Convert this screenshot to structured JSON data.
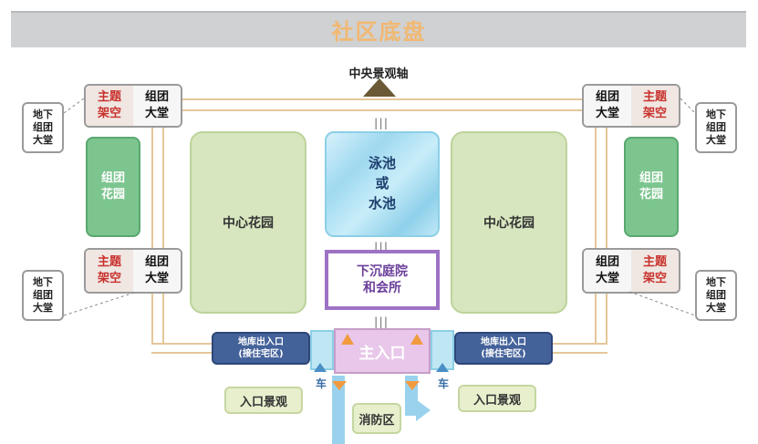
{
  "title": "社区底盘",
  "top_label": "中央景观轴",
  "central_gardens": {
    "left": "中心花园",
    "right": "中心花园"
  },
  "pool": "泳池\n或\n水池",
  "sunken_plaza": "下沉庭院\n和会所",
  "group_gardens": {
    "left": "组团\n花园",
    "right": "组团\n花园"
  },
  "corner_pairs": {
    "top_left": {
      "main": "主题\n架空",
      "hall": "组团\n大堂"
    },
    "top_right": {
      "hall": "组团\n大堂",
      "main": "主题\n架空"
    },
    "bottom_left": {
      "main": "主题\n架空",
      "hall": "组团\n大堂"
    },
    "bottom_right": {
      "hall": "组团\n大堂",
      "main": "主题\n架空"
    }
  },
  "underground_lobbies": {
    "top_left": "地下\n组团\n大堂",
    "top_right": "地下\n组团\n大堂",
    "bottom_left": "地下\n组团\n大堂",
    "bottom_right": "地下\n组团\n大堂"
  },
  "side_entrances": {
    "left": "地库出入口\n(接住宅区)",
    "right": "地库出入口\n(接住宅区)"
  },
  "main_entrance": "主入口",
  "car_labels": {
    "left": "车",
    "right": "车"
  },
  "entrance_boxes": {
    "left": "入口景观",
    "right": "入口景观",
    "bottom": "消防区"
  },
  "colors": {
    "title": "#f1b872",
    "road": "#e4c79a",
    "garden": "#d7e6bf",
    "group_garden": "#7cc58f",
    "sunken_border": "#9e72c4",
    "side_entrance": "#44629a",
    "main_gate": "#e8c7ea",
    "accent_red": "#c8312c"
  }
}
